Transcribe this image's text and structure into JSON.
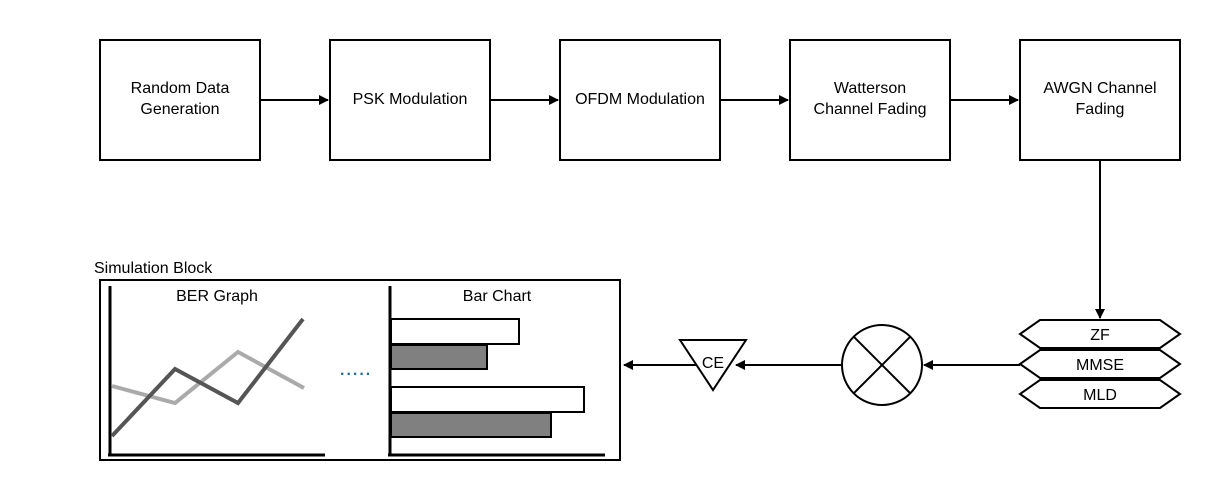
{
  "blocks": {
    "random_data": [
      "Random Data",
      "Generation"
    ],
    "psk": [
      "PSK Modulation"
    ],
    "ofdm": [
      "OFDM Modulation"
    ],
    "watterson": [
      "Watterson",
      "Channel Fading"
    ],
    "awgn": [
      "AWGN Channel",
      "Fading"
    ]
  },
  "equalizers": [
    "ZF",
    "MMSE",
    "MLD"
  ],
  "ce_label": "CE",
  "simulation": {
    "title": "Simulation Block",
    "ber_title": "BER Graph",
    "bar_title": "Bar Chart",
    "ellipsis": "....."
  },
  "colors": {
    "stroke": "#000000",
    "ber_dark": "#555555",
    "ber_light": "#aaaaaa",
    "bar_fill_dark": "#808080",
    "bar_fill_light": "#ffffff",
    "ellipsis": "#1f6f9f"
  }
}
